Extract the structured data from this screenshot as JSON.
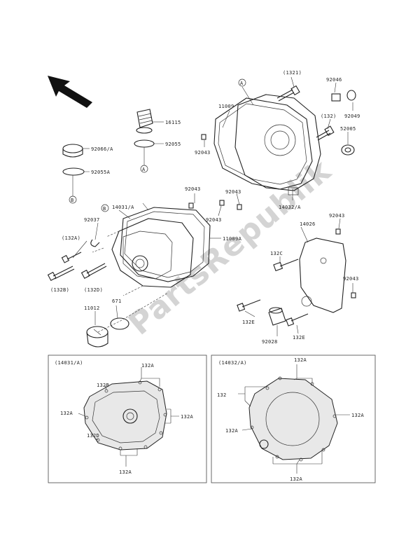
{
  "watermark": "PartsRepublik",
  "callouts": {
    "c_13216_a": "(1321)",
    "c_92046": "92046",
    "c_11009": "11009",
    "c_132": "(132)",
    "c_92049": "92049",
    "c_16115": "16115",
    "c_52005": "52005",
    "c_92066a": "92066/A",
    "c_92055": "92055",
    "c_92043_a": "92043",
    "c_92055a": "92055A",
    "c_92043_b": "92043",
    "c_92043_c": "92043",
    "c_14032a": "14032/A",
    "c_14031a": "14031/A",
    "c_92037": "92037",
    "c_92043_d": "92043",
    "c_92043_e": "92043",
    "c_11009a": "11009A",
    "c_132a_paren": "(132A)",
    "c_14026": "14026",
    "c_132c": "132C",
    "c_132b_paren": "(132B)",
    "c_132d_paren": "(132D)",
    "c_92043_f": "92043",
    "c_11012": "11012",
    "c_671": "671",
    "c_132e_a": "132E",
    "c_92028": "92028",
    "c_132e_b": "132E",
    "ref_a_top": "A",
    "ref_a_bottom": "A",
    "ref_b_left": "B",
    "ref_b_top": "B"
  },
  "inset_left": {
    "title": "(14031/A)",
    "labels": [
      "132A",
      "132B",
      "132A",
      "132A",
      "132D",
      "132A"
    ]
  },
  "inset_right": {
    "title": "(14032/A)",
    "labels": [
      "132A",
      "132",
      "132A",
      "132A",
      "132A"
    ]
  }
}
